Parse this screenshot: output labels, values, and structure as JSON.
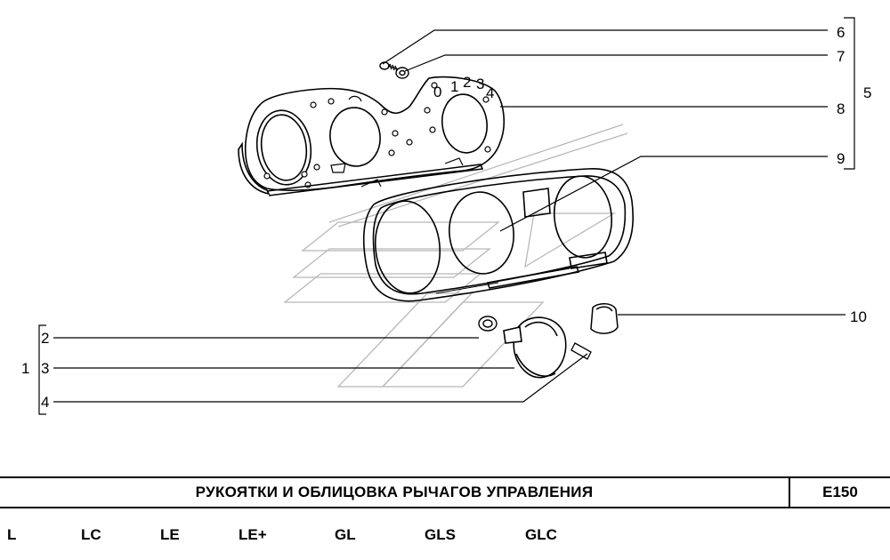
{
  "diagram": {
    "callouts": {
      "c1": "1",
      "c2": "2",
      "c3": "3",
      "c4": "4",
      "c5": "5",
      "c6": "6",
      "c7": "7",
      "c8": "8",
      "c9": "9",
      "c10": "10"
    },
    "dial_marks": [
      "0",
      "1",
      "2",
      "3",
      "4"
    ]
  },
  "title_block": {
    "title": "РУКОЯТКИ И ОБЛИЦОВКА РЫЧАГОВ УПРАВЛЕНИЯ",
    "code": "E150"
  },
  "versions": [
    "L",
    "LC",
    "LE",
    "LE+",
    "GL",
    "GLS",
    "GLC"
  ]
}
